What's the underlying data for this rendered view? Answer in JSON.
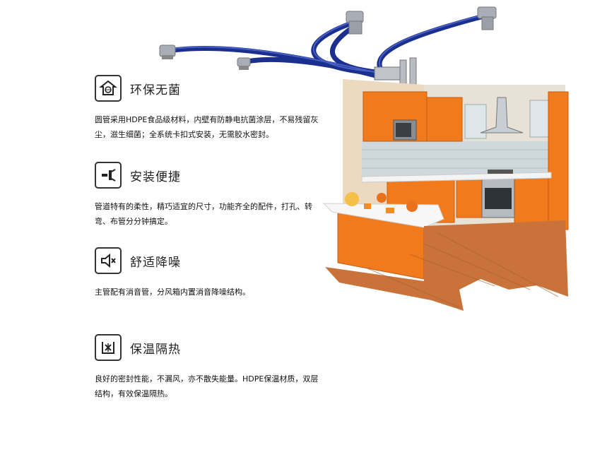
{
  "features": [
    {
      "icon": "house-shield-icon",
      "title": "环保无菌",
      "text": "圆管采用HDPE食品级材料，内壁有防静电抗菌涂层，不易残留灰尘，滋生细菌；全系统卡扣式安装，无需胶水密封。"
    },
    {
      "icon": "tools-icon",
      "title": "安装便捷",
      "text": "管道特有的柔性，精巧适宜的尺寸，功能齐全的配件，打孔、转弯、布管分分钟搞定。"
    },
    {
      "icon": "mute-speaker-icon",
      "title": "舒适降噪",
      "text": "主管配有消音管，分风箱内置消音降噪结构。"
    },
    {
      "icon": "insulation-icon",
      "title": "保温隔热",
      "text": "良好的密封性能，不漏风，亦不散失能量。HDPE保温材质，双层结构，有效保温隔热。"
    }
  ],
  "colors": {
    "cabinet": "#f07a1c",
    "cabinet_dark": "#d8620e",
    "pipe": "#1b2f8e",
    "floor": "#c9733a",
    "steel": "#b8bcc2"
  }
}
